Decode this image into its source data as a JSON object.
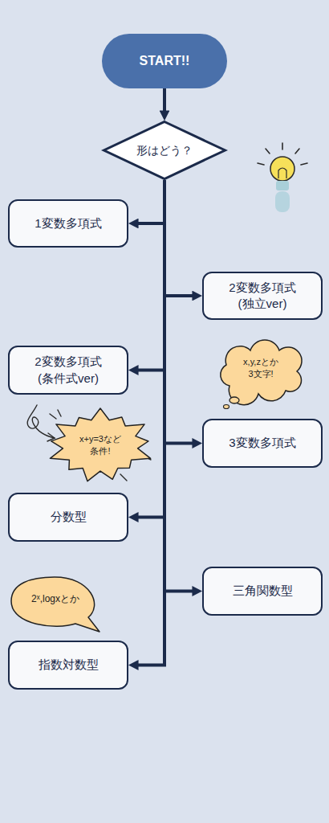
{
  "diagram": {
    "nodes": [
      {
        "text": [
          "START!!"
        ]
      },
      {
        "text": [
          "形はどう？"
        ]
      },
      {
        "text": [
          "1変数多項式"
        ]
      },
      {
        "text": [
          "2変数多項式 (独立ver)"
        ]
      },
      {
        "text": [
          "x,y,zとか 3文字!"
        ]
      },
      {
        "text": [
          "2変数多項式 (条件式ver)"
        ]
      },
      {
        "text": [
          "x+y=3など 条件!"
        ]
      },
      {
        "text": [
          "3変数多項式"
        ]
      },
      {
        "text": [
          "分数型"
        ]
      },
      {
        "text": [
          "三角関数型"
        ]
      },
      {
        "text": [
          "2ˣ,logxとか"
        ]
      },
      {
        "text": [
          "指数対数型"
        ]
      }
    ],
    "edges": [
      {
        "from": 0,
        "to": 1,
        "arrow": "to"
      },
      {
        "from": 1,
        "to": 2,
        "arrow": "to"
      },
      {
        "from": 1,
        "to": 3,
        "arrow": "to"
      },
      {
        "from": 1,
        "to": 5,
        "arrow": "to"
      },
      {
        "from": 1,
        "to": 7,
        "arrow": "to"
      },
      {
        "from": 1,
        "to": 8,
        "arrow": "to"
      },
      {
        "from": 1,
        "to": 9,
        "arrow": "to"
      },
      {
        "from": 1,
        "to": 11,
        "arrow": "to"
      }
    ]
  }
}
